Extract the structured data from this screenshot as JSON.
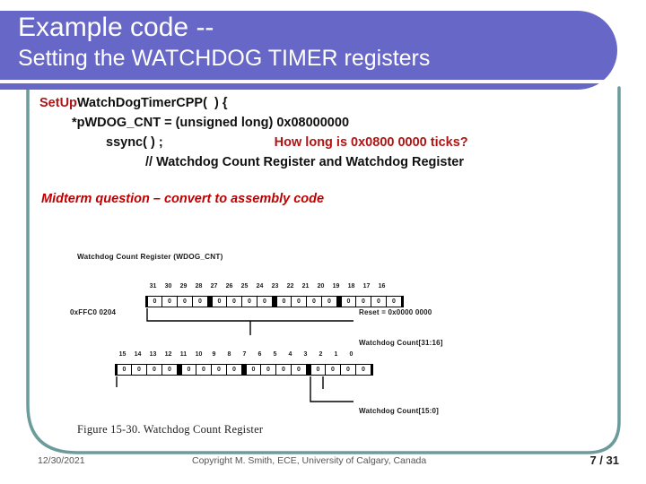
{
  "slide": {
    "title_line1": "Example code --",
    "title_line2": "Setting the WATCHDOG TIMER registers",
    "accent_purple": "#6767c8",
    "accent_teal": "#6b9b9b",
    "code_red": "#b01414",
    "midterm_red": "#c00000"
  },
  "code": {
    "line1_keyword": "SetUp",
    "line1_rest": "WatchDogTimerCPP(  ) {",
    "line2": "*pWDOG_CNT = (unsigned long) 0x08000000",
    "line3_stmt": "ssync( ) ;",
    "line3_question": "How long is 0x0800 0000 ticks?",
    "line4_comment": "// Watchdog Count Register and Watchdog Register"
  },
  "midterm_note": "Midterm question – convert to assembly code",
  "figure": {
    "register_title": "Watchdog Count Register (WDOG_CNT)",
    "address": "0xFFC0 0204",
    "reset_value": "Reset = 0x0000 0000",
    "field_label_high": "Watchdog Count[31:16]",
    "field_label_low": "Watchdog Count[15:0]",
    "caption": "Figure 15-30. Watchdog Count Register",
    "bits_high": {
      "numbers": [
        "31",
        "30",
        "29",
        "28",
        "27",
        "26",
        "25",
        "24",
        "23",
        "22",
        "21",
        "20",
        "19",
        "18",
        "17",
        "16"
      ],
      "values": [
        "0",
        "0",
        "0",
        "0",
        "0",
        "0",
        "0",
        "0",
        "0",
        "0",
        "0",
        "0",
        "0",
        "0",
        "0",
        "0"
      ]
    },
    "bits_low": {
      "numbers": [
        "15",
        "14",
        "13",
        "12",
        "11",
        "10",
        "9",
        "8",
        "7",
        "6",
        "5",
        "4",
        "3",
        "2",
        "1",
        "0"
      ],
      "values": [
        "0",
        "0",
        "0",
        "0",
        "0",
        "0",
        "0",
        "0",
        "0",
        "0",
        "0",
        "0",
        "0",
        "0",
        "0",
        "0"
      ]
    }
  },
  "footer": {
    "date": "12/30/2021",
    "copyright": "Copyright M. Smith, ECE, University of Calgary, Canada",
    "page": "7 / 31"
  }
}
